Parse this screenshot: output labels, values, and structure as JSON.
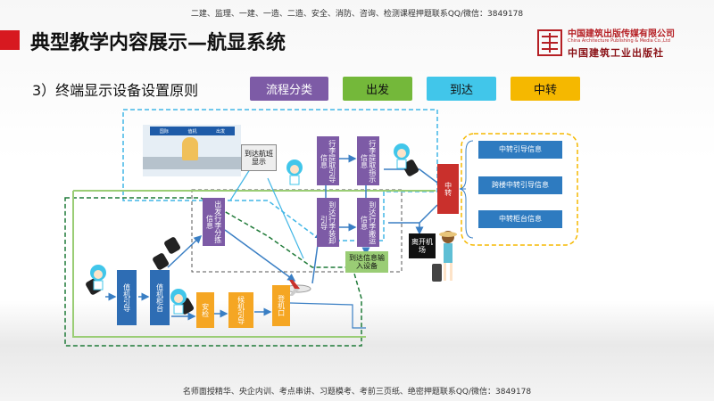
{
  "header": {
    "watermark_top": "二建、监理、一建、一造、二造、安全、消防、咨询、检测课程押题联系QQ/微信：3849178",
    "watermark_bottom": "名师面授精华、央企内训、考点串讲、习题模考、考前三页纸、绝密押题联系QQ/微信：3849178",
    "title": "典型教学内容展示—航显系统",
    "subtitle": "3）终端显示设备设置原则"
  },
  "logo": {
    "name_cn": "中国建筑出版传媒有限公司",
    "name_en": "China Architecture Publishing & Media Co.,Ltd",
    "script": "中国建筑工业出版社"
  },
  "legend": {
    "process": "流程分类",
    "departure": "出发",
    "arrival": "到达",
    "transfer": "中转"
  },
  "colors": {
    "process": "#7d5ba6",
    "departure": "#74b83a",
    "arrival": "#41c6ea",
    "transfer": "#f5b800",
    "departure_line": "#1f7a38",
    "arrival_line": "#41b6e6",
    "transfer_line": "#f5b800"
  },
  "nodes": {
    "checkin_guide": "值机引导",
    "checkin_counter": "值机柜台",
    "security": "安检",
    "boarding_guide": "候机引导",
    "boarding_gate": "登机口",
    "departure_sort": "出发行李分拣信息",
    "arrival_flight": "到达航班显示",
    "baggage_claim_guide": "行李提取引导信息",
    "baggage_claim_indicator": "行李提取指示信息",
    "arrival_unload": "到达行李装卸引导",
    "arrival_transport": "到达行李搬运信息",
    "arrival_input": "到达信息输入设备",
    "transfer": "中转",
    "leave_airport": "离开机场",
    "transfer_guide": "中转引导信息",
    "cross_building": "跨楼中转引导信息",
    "transfer_counter": "中转柜台信息"
  },
  "counter_sign": [
    "国际",
    "值机",
    "出发"
  ]
}
